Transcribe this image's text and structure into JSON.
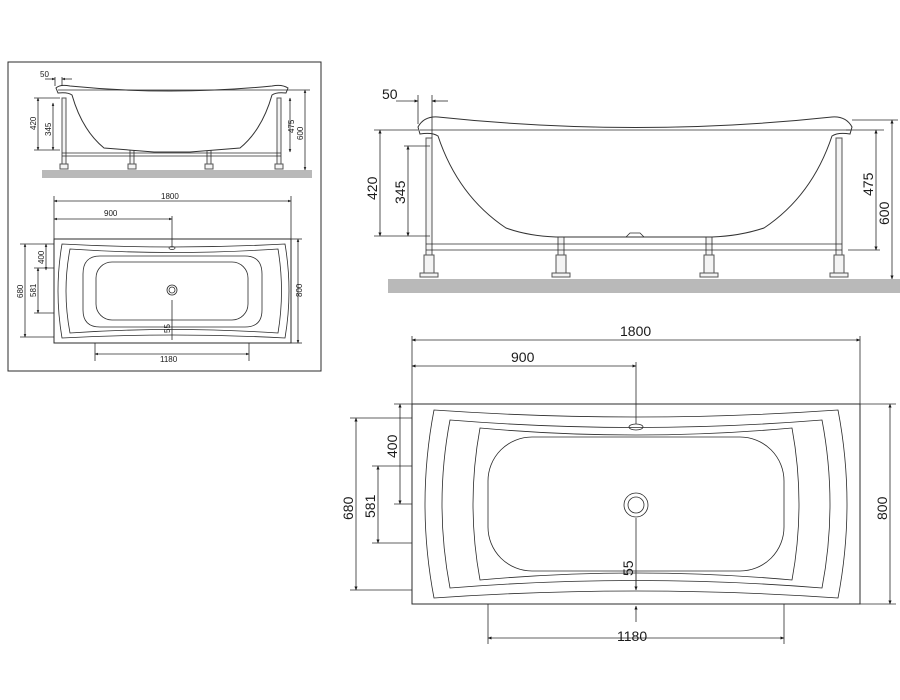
{
  "small_view": {
    "side": {
      "d_rim": "50",
      "d_420": "420",
      "d_345": "345",
      "d_475": "475",
      "d_600": "600"
    },
    "plan": {
      "d_1800": "1800",
      "d_900": "900",
      "d_400": "400",
      "d_680": "680",
      "d_581": "581",
      "d_800": "800",
      "d_55": "55",
      "d_1180": "1180"
    }
  },
  "large_view": {
    "side": {
      "d_rim": "50",
      "d_420": "420",
      "d_345": "345",
      "d_475": "475",
      "d_600": "600"
    },
    "plan": {
      "d_1800": "1800",
      "d_900": "900",
      "d_400": "400",
      "d_680": "680",
      "d_581": "581",
      "d_800": "800",
      "d_55": "55",
      "d_1180": "1180"
    }
  },
  "colors": {
    "ground": "#b9b9b9",
    "line": "#2b2b2b"
  }
}
